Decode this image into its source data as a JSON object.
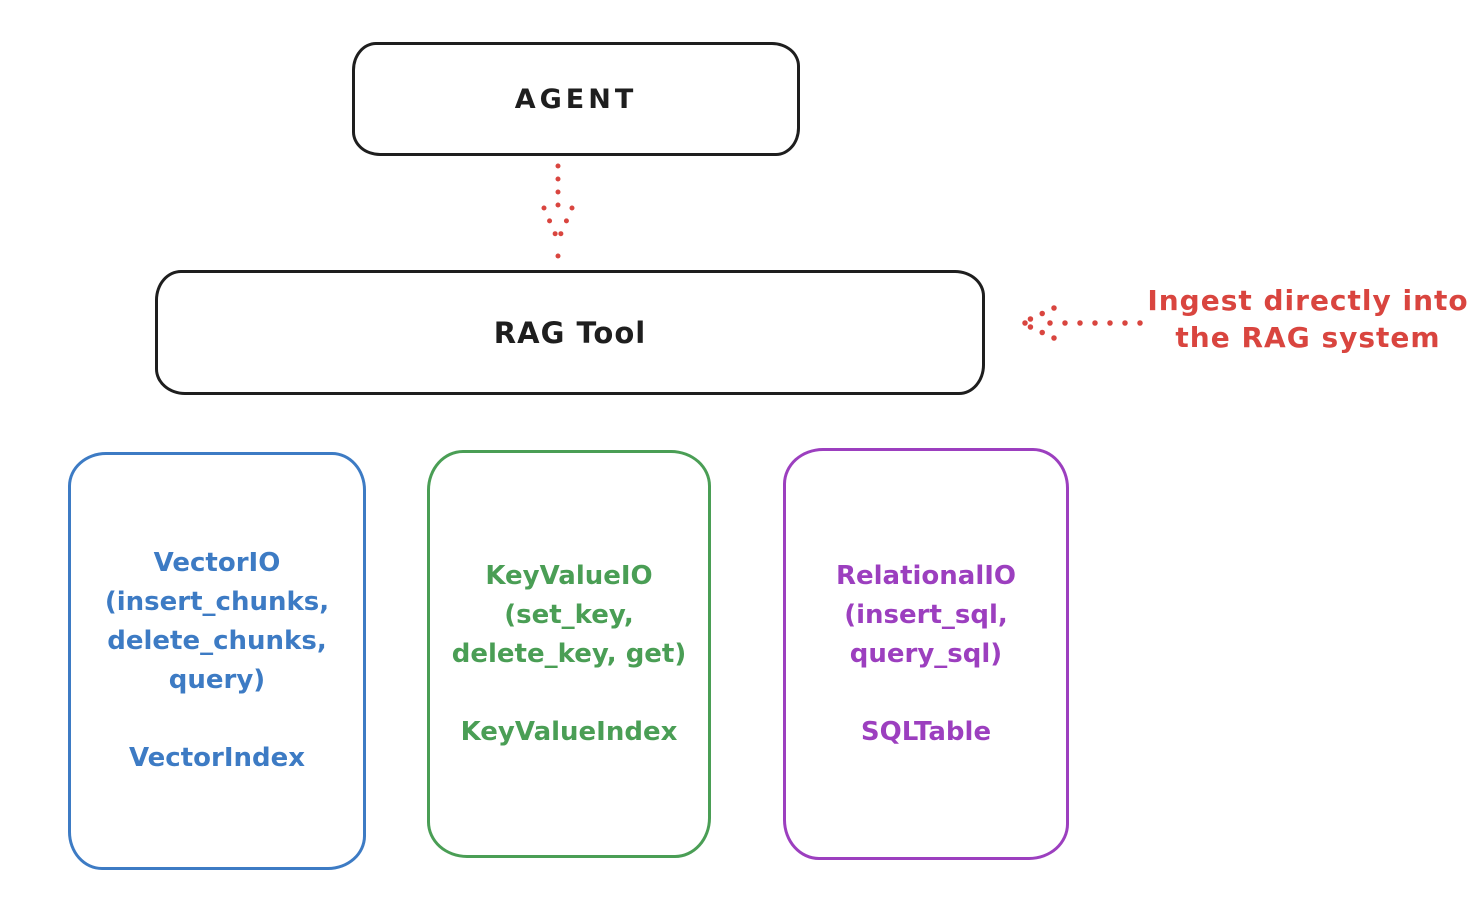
{
  "colors": {
    "stroke": "#1e1e1e",
    "red": "#d9453f",
    "blue": "#3d7bc4",
    "green": "#4a9e55",
    "purple": "#9c3fbf"
  },
  "agent": {
    "label": "AGENT"
  },
  "rag_tool": {
    "label": "RAG Tool"
  },
  "annotation": {
    "line1": "Ingest directly into",
    "line2": "the RAG system"
  },
  "backends": [
    {
      "id": "vector-io",
      "color": "#3d7bc4",
      "lines": [
        "VectorIO",
        "(insert_chunks,",
        "delete_chunks,",
        "query)"
      ],
      "index_label": "VectorIndex"
    },
    {
      "id": "keyvalue-io",
      "color": "#4a9e55",
      "lines": [
        "KeyValueIO",
        "(set_key,",
        "delete_key, get)"
      ],
      "index_label": "KeyValueIndex"
    },
    {
      "id": "relational-io",
      "color": "#9c3fbf",
      "lines": [
        "RelationalIO",
        "(insert_sql,",
        "query_sql)"
      ],
      "index_label": "SQLTable"
    }
  ]
}
